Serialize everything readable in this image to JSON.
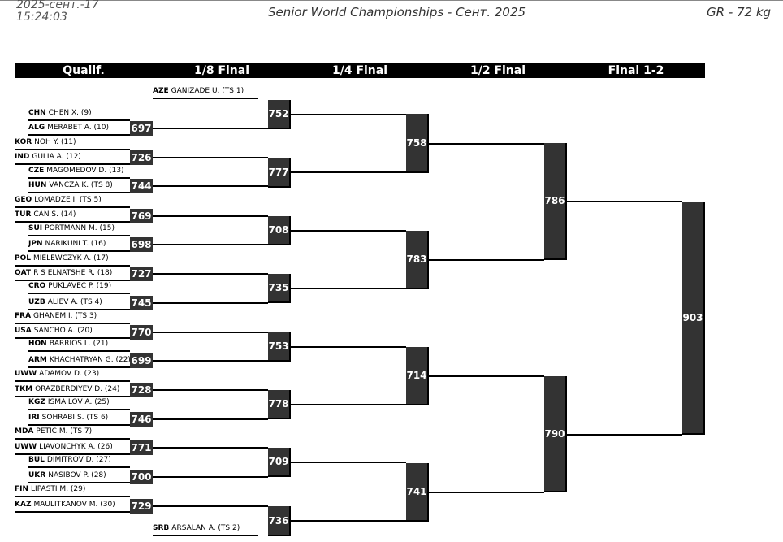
{
  "header": {
    "datetime_line1": "2025-сент.-17",
    "datetime_line2": "15:24:03",
    "event": "Senior World Championships - Сент. 2025",
    "category": "GR - 72 kg"
  },
  "rounds": [
    "Qualif.",
    "1/8 Final",
    "1/4 Final",
    "1/2 Final",
    "Final 1-2"
  ],
  "athletes": [
    {
      "nat": "AZE",
      "name": "GANIZADE U. (TS 1)"
    },
    {
      "nat": "CHN",
      "name": "CHEN X. (9)"
    },
    {
      "nat": "ALG",
      "name": "MERABET A. (10)"
    },
    {
      "nat": "KOR",
      "name": "NOH Y. (11)"
    },
    {
      "nat": "IND",
      "name": "GULIA A. (12)"
    },
    {
      "nat": "CZE",
      "name": "MAGOMEDOV D. (13)"
    },
    {
      "nat": "HUN",
      "name": "VANCZA K. (TS 8)"
    },
    {
      "nat": "GEO",
      "name": "LOMADZE I. (TS 5)"
    },
    {
      "nat": "TUR",
      "name": "CAN S. (14)"
    },
    {
      "nat": "SUI",
      "name": "PORTMANN M. (15)"
    },
    {
      "nat": "JPN",
      "name": "NARIKUNI T. (16)"
    },
    {
      "nat": "POL",
      "name": "MIELEWCZYK A. (17)"
    },
    {
      "nat": "QAT",
      "name": "R S ELNATSHE R. (18)"
    },
    {
      "nat": "CRO",
      "name": "PUKLAVEC P. (19)"
    },
    {
      "nat": "UZB",
      "name": "ALIEV A. (TS 4)"
    },
    {
      "nat": "FRA",
      "name": "GHANEM I. (TS 3)"
    },
    {
      "nat": "USA",
      "name": "SANCHO A. (20)"
    },
    {
      "nat": "HON",
      "name": "BARRIOS L. (21)"
    },
    {
      "nat": "ARM",
      "name": "KHACHATRYAN G. (22)"
    },
    {
      "nat": "UWW",
      "name": "ADAMOV D. (23)"
    },
    {
      "nat": "TKM",
      "name": "ORAZBERDIYEV D. (24)"
    },
    {
      "nat": "KGZ",
      "name": "ISMAILOV A. (25)"
    },
    {
      "nat": "IRI",
      "name": "SOHRABI S. (TS 6)"
    },
    {
      "nat": "MDA",
      "name": "PETIC M. (TS 7)"
    },
    {
      "nat": "UWW",
      "name": "LIAVONCHYK A. (26)"
    },
    {
      "nat": "BUL",
      "name": "DIMITROV D. (27)"
    },
    {
      "nat": "UKR",
      "name": "NASIBOV P. (28)"
    },
    {
      "nat": "FIN",
      "name": "LIPASTI M. (29)"
    },
    {
      "nat": "KAZ",
      "name": "MAULITKANOV M. (30)"
    },
    {
      "nat": "SRB",
      "name": "ARSALAN A. (TS 2)"
    }
  ],
  "qualif_bouts": [
    "697",
    "726",
    "744",
    "769",
    "698",
    "727",
    "745",
    "770",
    "699",
    "728",
    "746",
    "771",
    "700",
    "729"
  ],
  "eighth_bouts": [
    "752",
    "777",
    "708",
    "735",
    "753",
    "778",
    "709",
    "736"
  ],
  "quarter_bouts": [
    "758",
    "783",
    "714",
    "741"
  ],
  "semi_bouts": [
    "786",
    "790"
  ],
  "final_bouts": [
    "903"
  ]
}
